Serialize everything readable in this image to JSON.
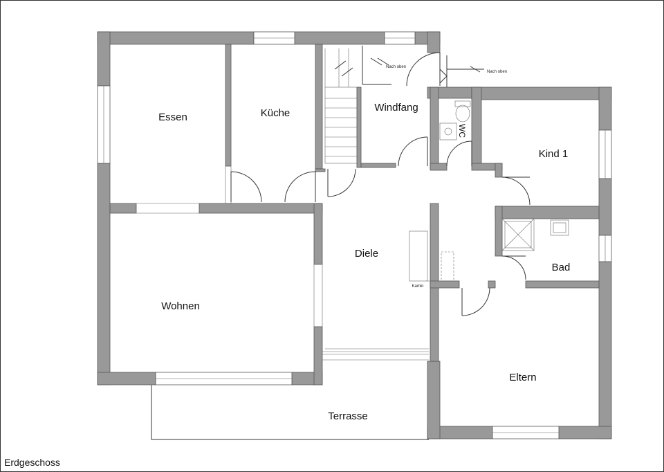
{
  "plan": {
    "title": "Erdgeschoss",
    "colors": {
      "wall": "#999999",
      "wall_edge": "#555555",
      "line": "#333333"
    },
    "rooms": {
      "essen": "Essen",
      "kueche": "Küche",
      "windfang": "Windfang",
      "kind1": "Kind 1",
      "diele": "Diele",
      "bad": "Bad",
      "wohnen": "Wohnen",
      "eltern": "Eltern",
      "terrasse": "Terrasse"
    },
    "labels": {
      "nach_oben_1": "Nach oben",
      "nach_oben_2": "Nach oben",
      "wc": "WC",
      "kamin": "Kamin"
    }
  }
}
